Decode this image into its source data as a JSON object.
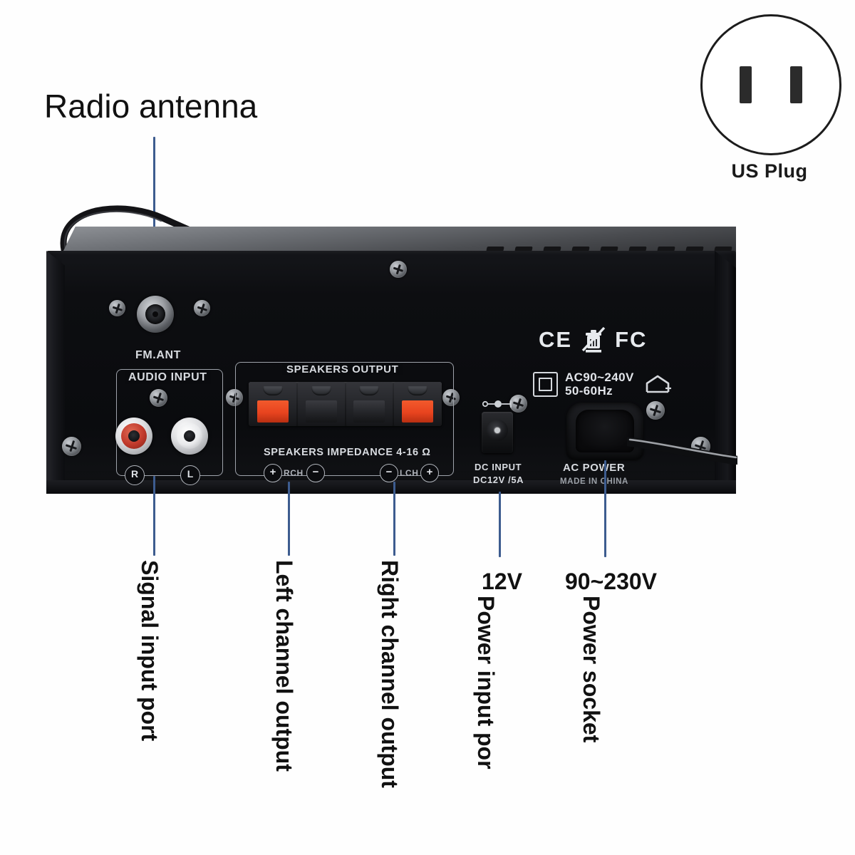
{
  "image": {
    "subject": "Rear panel of a compact HiFi stereo amplifier with labelled connectors",
    "background_color": "#ffffff"
  },
  "plug_badge": {
    "icon": "us-plug-icon",
    "label": "US Plug",
    "prong_count": 2,
    "outline_color": "#1c1c1c"
  },
  "callouts": {
    "line_color": "#3d5c8f",
    "items": [
      {
        "id": "radio-antenna",
        "label": "Radio antenna",
        "orientation": "horizontal",
        "position": "top-left"
      },
      {
        "id": "signal-input-port",
        "label": "Signal input port",
        "orientation": "vertical",
        "position": "bottom"
      },
      {
        "id": "left-channel-output",
        "label": "Left channel output",
        "orientation": "vertical",
        "position": "bottom"
      },
      {
        "id": "right-channel-output",
        "label": "Right channel output",
        "orientation": "vertical",
        "position": "bottom"
      },
      {
        "id": "power-input-port",
        "label": "Power input por",
        "voltage": "12V",
        "orientation": "vertical",
        "position": "bottom"
      },
      {
        "id": "power-socket",
        "label": "Power socket",
        "voltage": "90~230V",
        "orientation": "vertical",
        "position": "bottom"
      }
    ]
  },
  "panel": {
    "fm_ant_label": "FM.ANT",
    "audio_input_label": "AUDIO INPUT",
    "rca": {
      "right_label": "R",
      "right_color": "#c0392b",
      "left_label": "L",
      "left_color": "#e9eaec"
    },
    "speakers": {
      "header": "SPEAKERS OUTPUT",
      "impedance": "SPEAKERS IMPEDANCE 4-16 Ω",
      "terminals": [
        {
          "polarity": "+",
          "channel": "RCH",
          "pad_color": "#e8441f"
        },
        {
          "polarity": "−",
          "channel": "RCH",
          "pad_color": "#2a2b2f"
        },
        {
          "polarity": "−",
          "channel": "LCH",
          "pad_color": "#2a2b2f"
        },
        {
          "polarity": "+",
          "channel": "LCH",
          "pad_color": "#e8441f"
        }
      ],
      "marker_left_channel": "RCH",
      "marker_right_channel": "LCH"
    },
    "dc": {
      "title": "DC INPUT",
      "spec": "DC12V /5A"
    },
    "ac": {
      "rating_line1": "AC90~240V",
      "rating_line2": "50-60Hz",
      "socket_label": "AC POWER",
      "origin_label": "MADE IN CHINA",
      "class_icon": "class-II-double-insulation-icon",
      "indoor_icon": "house-indoor-use-icon"
    },
    "certifications": [
      {
        "id": "ce-mark",
        "text": "CE"
      },
      {
        "id": "weee-bin-icon",
        "text": ""
      },
      {
        "id": "fcc-mark",
        "text": "FC"
      }
    ]
  }
}
